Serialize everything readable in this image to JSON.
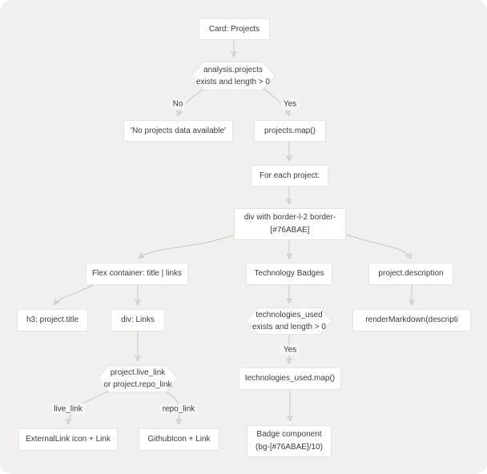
{
  "colors": {
    "canvas_bg": "#f1f0ee",
    "node_bg": "#ffffff",
    "node_border": "#e6e4e1",
    "edge_line": "#c8c6c2",
    "arrow": "#8f8d89",
    "text": "#3c3b39",
    "label_bg": "#f7f6f4"
  },
  "accent_color": "#76ABAE",
  "diagram": {
    "nodes": {
      "card": {
        "label": "Card: Projects"
      },
      "analysis_check": {
        "line1": "analysis.projects",
        "line2": "exists and length > 0"
      },
      "no_data": {
        "label": "'No projects data available'"
      },
      "projects_map": {
        "label": "projects.map()"
      },
      "for_each": {
        "label": "For each project:"
      },
      "project_div": {
        "line1": "div with border-l-2 border-",
        "line2": "[#76ABAE]"
      },
      "flex_container": {
        "label": "Flex container: title | links"
      },
      "tech_badges": {
        "label": "Technology Badges"
      },
      "project_description": {
        "label": "project.description"
      },
      "h3_title": {
        "label": "h3: project.title"
      },
      "div_links": {
        "label": "div: Links"
      },
      "tech_check": {
        "line1": "technologies_used",
        "line2": "exists and length > 0"
      },
      "render_markdown": {
        "label": "renderMarkdown(descripti"
      },
      "link_check": {
        "line1": "project.live_link",
        "line2": "or project.repo_link"
      },
      "tech_map": {
        "label": "technologies_used.map()"
      },
      "external_link": {
        "label": "ExternalLink icon + Link"
      },
      "github_link": {
        "label": "GithubIcon + Link"
      },
      "badge": {
        "line1": "Badge component",
        "line2": "(bg-[#76ABAE]/10)"
      }
    },
    "edge_labels": {
      "no": "No",
      "yes_top": "Yes",
      "yes_tech": "Yes",
      "live_link": "live_link",
      "repo_link": "repo_link"
    }
  }
}
